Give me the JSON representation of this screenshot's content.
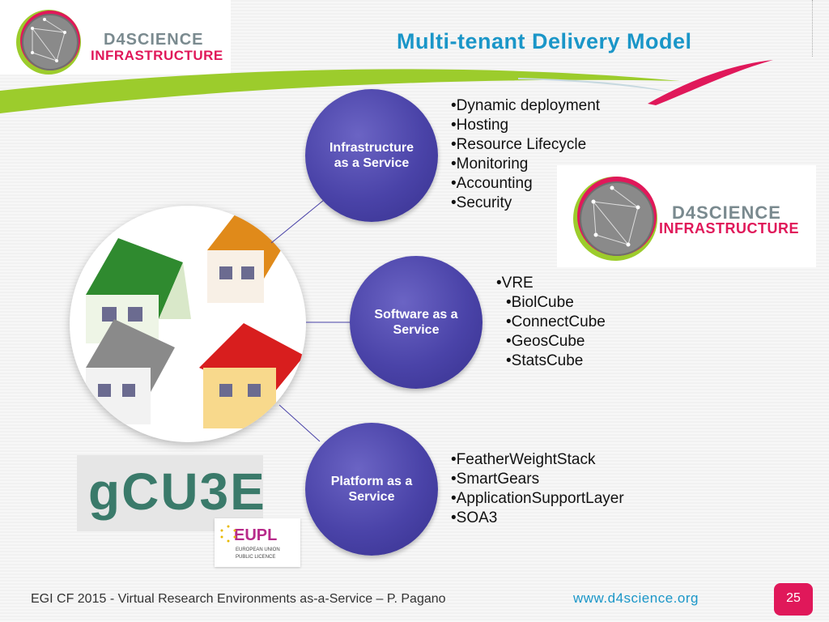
{
  "header": {
    "title": "Multi-tenant Delivery Model",
    "logo": {
      "line1": "D4SCIENCE",
      "line2": "INFRASTRUCTURE"
    }
  },
  "layers": [
    {
      "label": "Infrastructure as a Service",
      "items": [
        "Dynamic deployment",
        "Hosting",
        "Resource Lifecycle",
        "Monitoring",
        "Accounting",
        "Security"
      ]
    },
    {
      "label": "Software as a Service",
      "top_item": "VRE",
      "items": [
        "BiolCube",
        "ConnectCube",
        "GeosCube",
        "StatsCube"
      ]
    },
    {
      "label": "Platform as a Service",
      "items": [
        "FeatherWeightStack",
        "SmartGears",
        "ApplicationSupportLayer",
        "SOA3"
      ]
    }
  ],
  "side_logo": {
    "line1": "D4SCIENCE",
    "line2": "INFRASTRUCTURE"
  },
  "gcube_logo": {
    "text": "gCU3E"
  },
  "eupl_logo": {
    "title": "EUPL",
    "line1": "EUROPEAN UNION",
    "line2": "PUBLIC LICENCE"
  },
  "footer": {
    "left": "EGI CF 2015 - Virtual Research Environments as-a-Service – P. Pagano",
    "url": "www.d4science.org",
    "page_number": "25"
  },
  "colors": {
    "accent_blue": "#1a96c8",
    "accent_magenta": "#e0185a",
    "swoosh_green": "#9ccc2c",
    "circle_purple": "#4a43a8"
  }
}
